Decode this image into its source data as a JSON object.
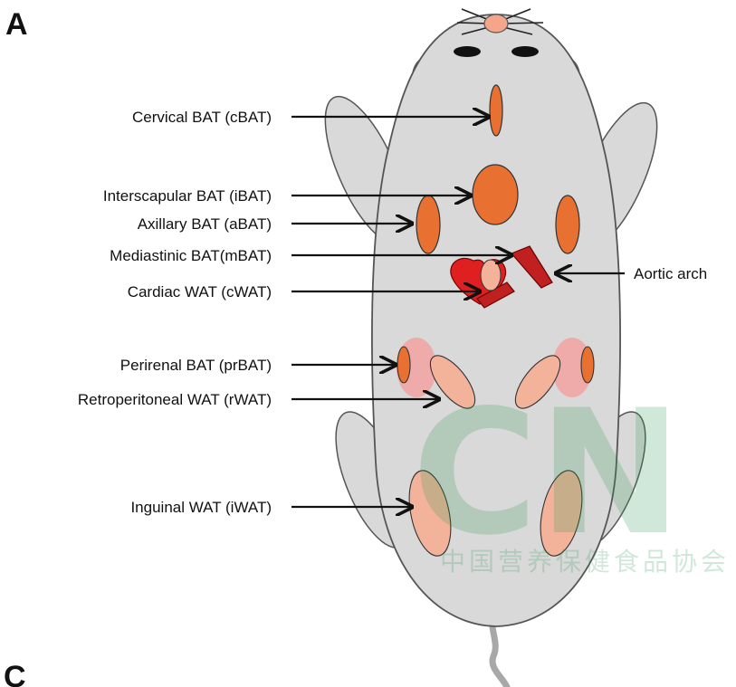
{
  "panel_letters": {
    "top": "A",
    "bottom": "C"
  },
  "labels": {
    "cervical": "Cervical BAT (cBAT)",
    "interscapular": "Interscapular BAT (iBAT)",
    "axillary": "Axillary BAT (aBAT)",
    "mediastinic": "Mediastinic BAT(mBAT)",
    "cardiac": "Cardiac WAT (cWAT)",
    "perirenal": "Perirenal BAT (prBAT)",
    "retroperitoneal": "Retroperitoneal WAT (rWAT)",
    "inguinal": "Inguinal WAT (iWAT)",
    "aortic_arch": "Aortic arch"
  },
  "watermark": {
    "latin": "CN",
    "cjk": "中国营养保健食品协会"
  },
  "colors": {
    "body": "#d9d9d9",
    "ears": "#b3b3b3",
    "bat": "#e87030",
    "wat": "#f3b39a",
    "perirenal_halo": "#f59a9a",
    "heart": "#e02020",
    "aorta": "#c02020",
    "nose": "#f4a58a",
    "watermark_green": "#2f9a55",
    "watermark_blue": "#5a8fc4"
  }
}
